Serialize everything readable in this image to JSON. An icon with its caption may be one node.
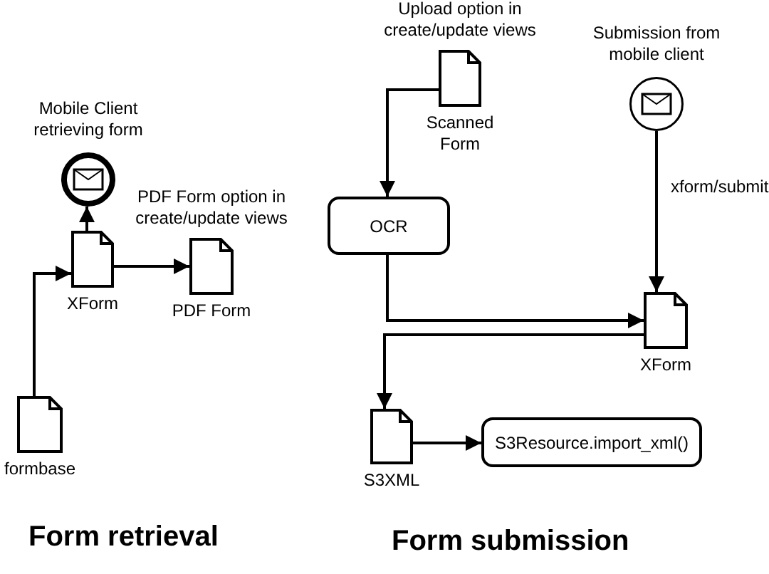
{
  "diagram": {
    "nodes": [
      {
        "text": [],
        "shape": "circle",
        "beside": [
          "Mobile Client retrieving form"
        ]
      },
      {
        "text": [
          "XForm"
        ]
      },
      {
        "text": [
          "PDF Form"
        ],
        "beside": [
          "PDF Form option in create/update views"
        ]
      },
      {
        "text": [
          "formbase"
        ]
      },
      {
        "text": [
          "Scanned Form"
        ],
        "beside": [
          "Upload option in create/update views"
        ]
      },
      {
        "text": [],
        "shape": "circle",
        "beside": [
          "Submission from mobile client"
        ]
      },
      {
        "text": [
          "OCR"
        ]
      },
      {
        "text": [
          "XForm"
        ]
      },
      {
        "text": [
          "S3XML"
        ]
      },
      {
        "text": [
          "S3Resource.import_xml()"
        ]
      }
    ],
    "edges": [
      {
        "from": 3,
        "to": 1,
        "arrow": "to"
      },
      {
        "from": 1,
        "to": 0,
        "arrow": "to"
      },
      {
        "from": 1,
        "to": 2,
        "arrow": "to"
      },
      {
        "from": 4,
        "to": 6,
        "arrow": "to"
      },
      {
        "from": 5,
        "to": 7,
        "arrow": "to",
        "label": "xform/submit"
      },
      {
        "from": 6,
        "to": 7,
        "arrow": "to"
      },
      {
        "from": 7,
        "to": 8,
        "arrow": "to"
      },
      {
        "from": 8,
        "to": 9,
        "arrow": "to"
      }
    ],
    "labels": [
      "Form retrieval",
      "Form submission"
    ]
  }
}
